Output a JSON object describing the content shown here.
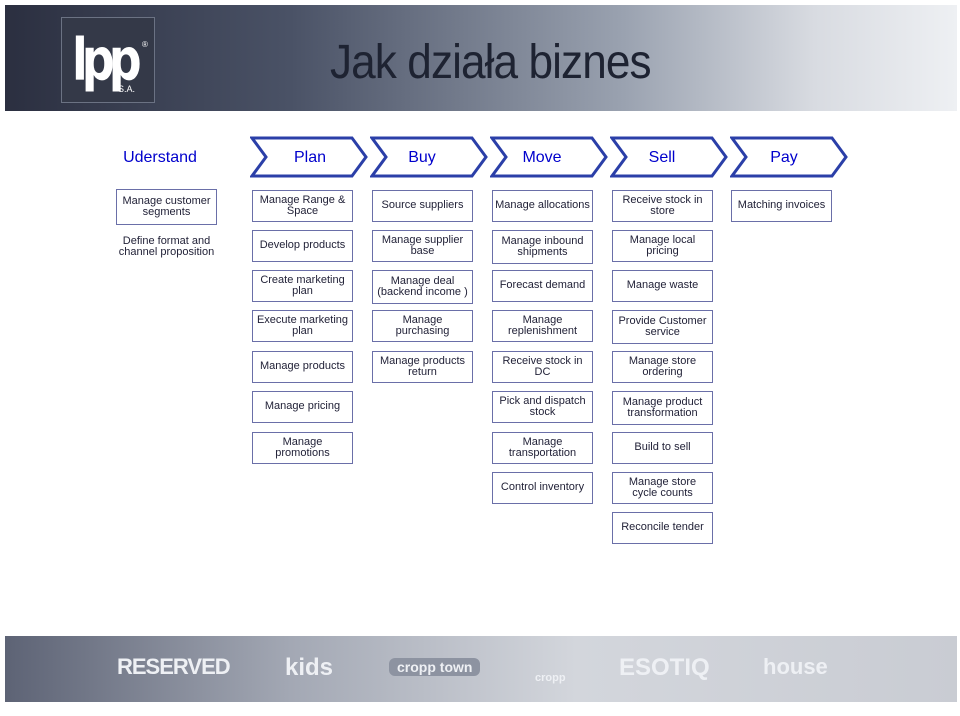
{
  "title": "Jak działa biznes",
  "logo": {
    "mark": "lpp",
    "sub": "S.A.",
    "reg": "®"
  },
  "stages": [
    "Uderstand",
    "Plan",
    "Buy",
    "Move",
    "Sell",
    "Pay"
  ],
  "columns": {
    "understand": [
      "Manage customer segments",
      "Define format and channel proposition"
    ],
    "plan": [
      "Manage Range & Space",
      "Develop products",
      "Create marketing plan",
      "Execute marketing plan",
      "Manage products",
      "Manage pricing",
      "Manage promotions"
    ],
    "buy": [
      "Source suppliers",
      "Manage supplier base",
      "Manage deal (backend income )",
      "Manage purchasing",
      "Manage products return"
    ],
    "move": [
      "Manage allocations",
      "Manage inbound shipments",
      "Forecast demand",
      "Manage replenishment",
      "Receive stock in DC",
      "Pick and dispatch stock",
      "Manage transportation",
      "Control inventory"
    ],
    "sell": [
      "Receive stock in store",
      "Manage local pricing",
      "Manage waste",
      "Provide Customer service",
      "Manage store ordering",
      "Manage product transformation",
      "Build to sell",
      "Manage store cycle counts",
      "Reconcile tender"
    ],
    "pay": [
      "Matching invoices"
    ]
  },
  "brands": [
    "RESERVED",
    "kids",
    "cropp town",
    "cropp",
    "ESOTIQ",
    "house"
  ],
  "colors": {
    "arrow_fill": "#ffffff",
    "arrow_stroke": "#2b3fa8",
    "stage_text": "#0000cc",
    "box_border": "#6a6fa8"
  }
}
